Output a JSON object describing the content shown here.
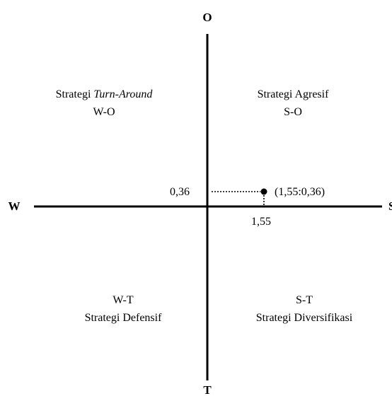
{
  "axes": {
    "top": "O",
    "bottom": "T",
    "left": "W",
    "right": "S"
  },
  "quadrants": {
    "top_left": {
      "prefix": "Strategi ",
      "emphasis": "Turn-Around",
      "code": "W-O"
    },
    "top_right": {
      "title": "Strategi Agresif",
      "code": "S-O"
    },
    "bottom_left": {
      "code": "W-T",
      "title": "Strategi Defensif"
    },
    "bottom_right": {
      "code": "S-T",
      "title": "Strategi Diversifikasi"
    }
  },
  "point": {
    "x": 1.55,
    "y": 0.36,
    "label": "(1,55:0,36)",
    "x_label": "1,55",
    "y_label": "0,36"
  }
}
